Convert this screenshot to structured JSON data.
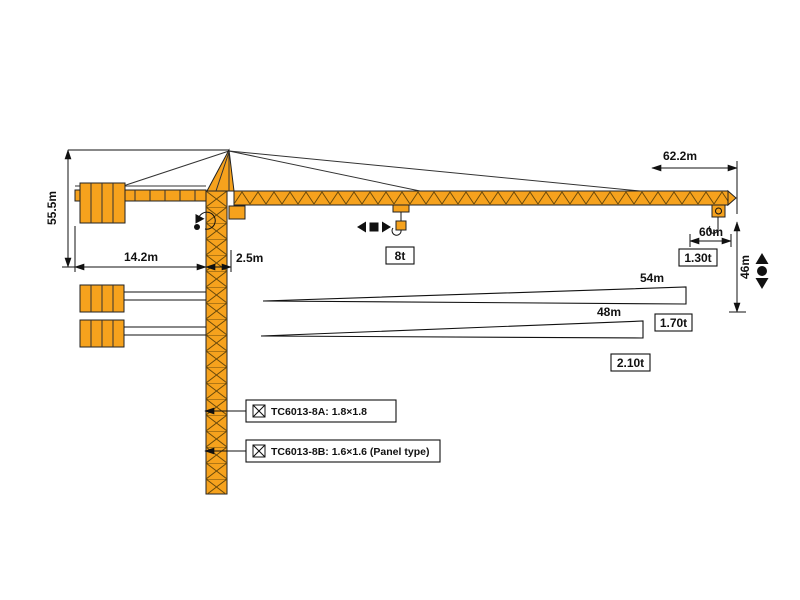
{
  "colors": {
    "crane": "#f6a21d",
    "outline": "#222222",
    "line": "#333333",
    "ink": "#111111",
    "bg": "#ffffff"
  },
  "icons": {
    "slewing-rotation-icon": "circular-arrow-with-dot",
    "trolley-travel-icon": "left-right-arrows-with-square",
    "hook-travel-icon": "up-down-arrows-with-dot",
    "tower-section-icon": "crossed-square"
  },
  "diagram": {
    "dims": {
      "total_height": "55.5m",
      "counter_jib_length": "14.2m",
      "mast_width": "2.5m",
      "jib_total": "62.2m",
      "tip_radius": "60m",
      "under_hook_height": "46m"
    },
    "loads": {
      "max_load": "8t",
      "tip_load": "1.30t"
    },
    "variants": [
      {
        "jib": "54m",
        "tip_load": "1.70t"
      },
      {
        "jib": "48m",
        "tip_load": "2.10t"
      }
    ],
    "models": [
      {
        "label": "TC6013-8A: 1.8×1.8"
      },
      {
        "label": "TC6013-8B: 1.6×1.6 (Panel type)"
      }
    ]
  }
}
